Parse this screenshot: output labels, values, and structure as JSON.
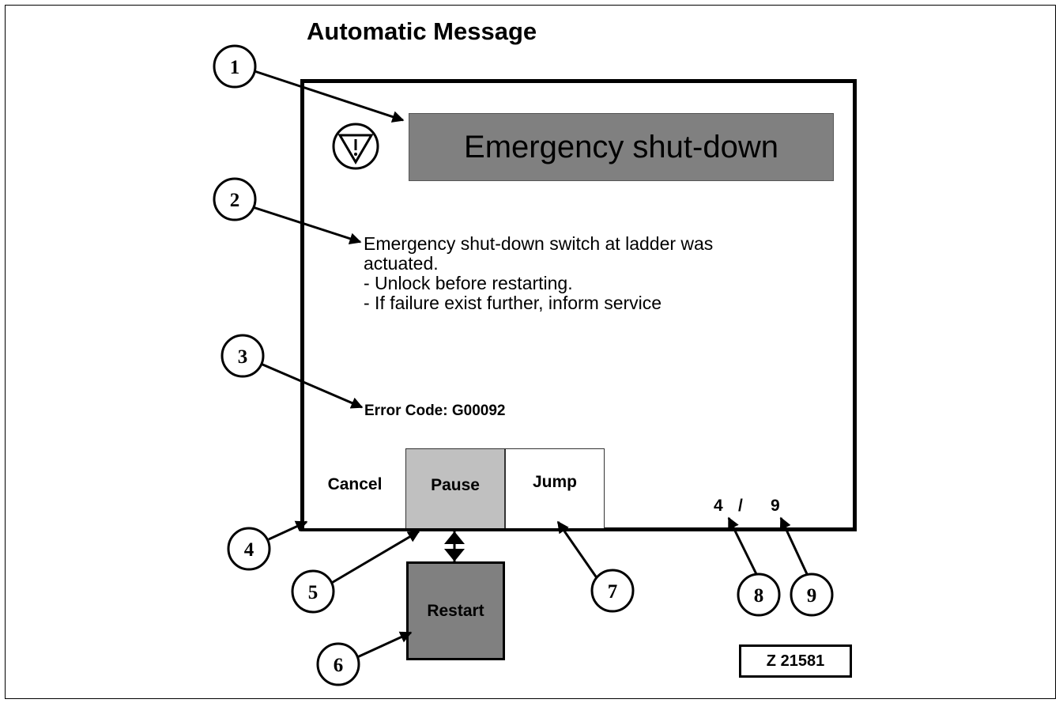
{
  "heading": "Automatic Message",
  "title": "Emergency shut-down",
  "message_lines": [
    "Emergency shut-down switch at ladder was",
    "actuated.",
    "- Unlock before restarting.",
    "- If failure exist further, inform service"
  ],
  "error_code": "Error Code: G00092",
  "buttons": {
    "cancel": "Cancel",
    "pause": "Pause",
    "jump": "Jump",
    "restart": "Restart"
  },
  "page": {
    "current": "4",
    "separator": "/",
    "total": "9"
  },
  "figure_id": "Z 21581",
  "callouts": [
    "1",
    "2",
    "3",
    "4",
    "5",
    "6",
    "7",
    "8",
    "9"
  ],
  "icons": {
    "warning": "emergency-stop-triangle-icon"
  }
}
